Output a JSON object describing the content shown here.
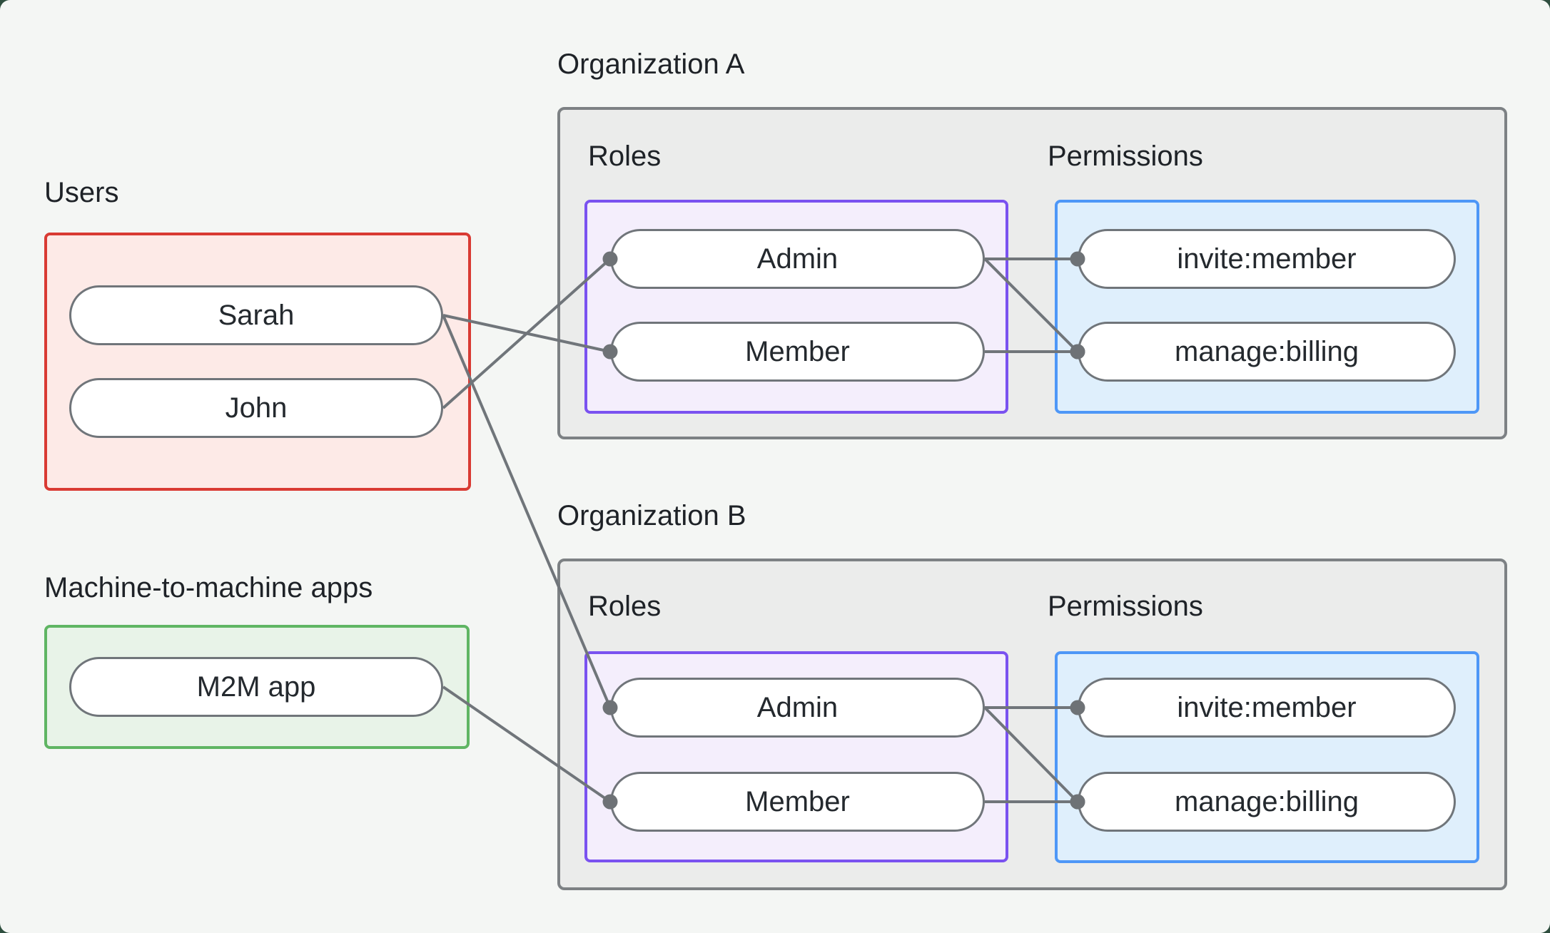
{
  "users_section": {
    "title": "Users",
    "items": [
      {
        "id": "sarah",
        "label": "Sarah"
      },
      {
        "id": "john",
        "label": "John"
      }
    ]
  },
  "m2m_section": {
    "title": "Machine-to-machine apps",
    "items": [
      {
        "id": "m2m",
        "label": "M2M app"
      }
    ]
  },
  "organizations": [
    {
      "id": "orga",
      "title": "Organization A",
      "roles_label": "Roles",
      "permissions_label": "Permissions",
      "roles": [
        {
          "id": "orga-admin",
          "label": "Admin"
        },
        {
          "id": "orga-member",
          "label": "Member"
        }
      ],
      "permissions": [
        {
          "id": "orga-invite",
          "label": "invite:member"
        },
        {
          "id": "orga-manage",
          "label": "manage:billing"
        }
      ]
    },
    {
      "id": "orgb",
      "title": "Organization B",
      "roles_label": "Roles",
      "permissions_label": "Permissions",
      "roles": [
        {
          "id": "orgb-admin",
          "label": "Admin"
        },
        {
          "id": "orgb-member",
          "label": "Member"
        }
      ],
      "permissions": [
        {
          "id": "orgb-invite",
          "label": "invite:member"
        },
        {
          "id": "orgb-manage",
          "label": "manage:billing"
        }
      ]
    }
  ],
  "connections": [
    {
      "from": "sarah",
      "to": "orga-member"
    },
    {
      "from": "john",
      "to": "orga-admin"
    },
    {
      "from": "sarah",
      "to": "orgb-admin"
    },
    {
      "from": "m2m",
      "to": "orgb-member"
    },
    {
      "from": "orga-admin",
      "to": "orga-invite"
    },
    {
      "from": "orga-admin",
      "to": "orga-manage"
    },
    {
      "from": "orga-member",
      "to": "orga-manage"
    },
    {
      "from": "orgb-admin",
      "to": "orgb-invite"
    },
    {
      "from": "orgb-admin",
      "to": "orgb-manage"
    },
    {
      "from": "orgb-member",
      "to": "orgb-manage"
    }
  ],
  "colors": {
    "page_background": "#2e4e3e",
    "canvas_background": "#f4f6f4",
    "users_border": "#d93a33",
    "users_fill": "#fdeae7",
    "m2m_border": "#5fb563",
    "m2m_fill": "#e8f3e8",
    "org_border": "#7d8184",
    "org_fill": "#ebeceb",
    "roles_border": "#7a52f0",
    "roles_fill": "#f4eefc",
    "permissions_border": "#4e97f7",
    "permissions_fill": "#dfeffc",
    "pill_border": "#70757a",
    "connector_line": "#70757a",
    "connector_dot": "#6e7276",
    "text": "#1e2227"
  }
}
